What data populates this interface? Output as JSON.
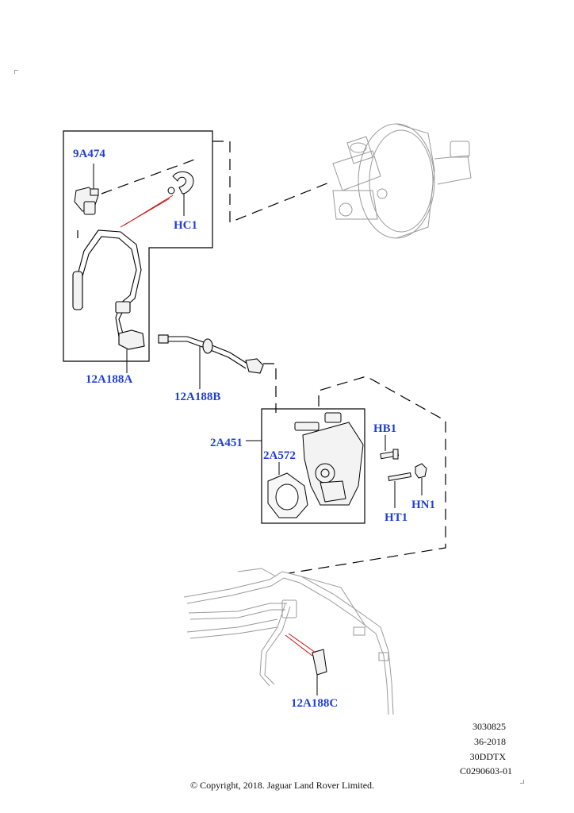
{
  "callouts": {
    "c9A474": "9A474",
    "cHC1": "HC1",
    "c12A188A": "12A188A",
    "c12A188B": "12A188B",
    "c2A451": "2A451",
    "c2A572": "2A572",
    "cHB1": "HB1",
    "cHT1": "HT1",
    "cHN1": "HN1",
    "c12A188C": "12A188C"
  },
  "meta": {
    "line1": "3030825",
    "line2": "36-2018",
    "line3": "30DDTX",
    "line4": "C0290603-01"
  },
  "copyright": "© Copyright, 2018. Jaguar Land Rover Limited.",
  "colors": {
    "callout": "#1f3fd6",
    "leader": "#cc1111",
    "line": "#000000"
  }
}
